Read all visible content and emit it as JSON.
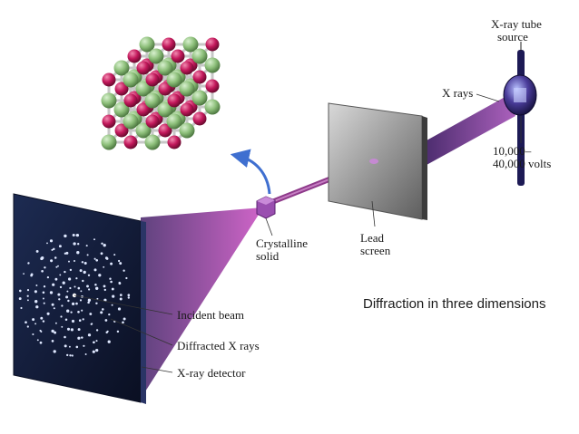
{
  "labels": {
    "tube_line1": "X-ray tube",
    "tube_line2": "source",
    "xrays": "X rays",
    "voltage_line1": "10,000–",
    "voltage_line2": "40,000 volts",
    "lead_line1": "Lead",
    "lead_line2": "screen",
    "crystal_line1": "Crystalline",
    "crystal_line2": "solid",
    "incident": "Incident beam",
    "diffracted": "Diffracted X rays",
    "detector": "X-ray detector"
  },
  "caption": "Diffraction in three dimensions",
  "colors": {
    "atom_red": "#c2185b",
    "atom_green": "#8dbf7a",
    "beam": "#8e3a8a",
    "detector": "#16213e",
    "lead_screen": "#9a9a9a",
    "arrow": "#3f6fd0"
  }
}
